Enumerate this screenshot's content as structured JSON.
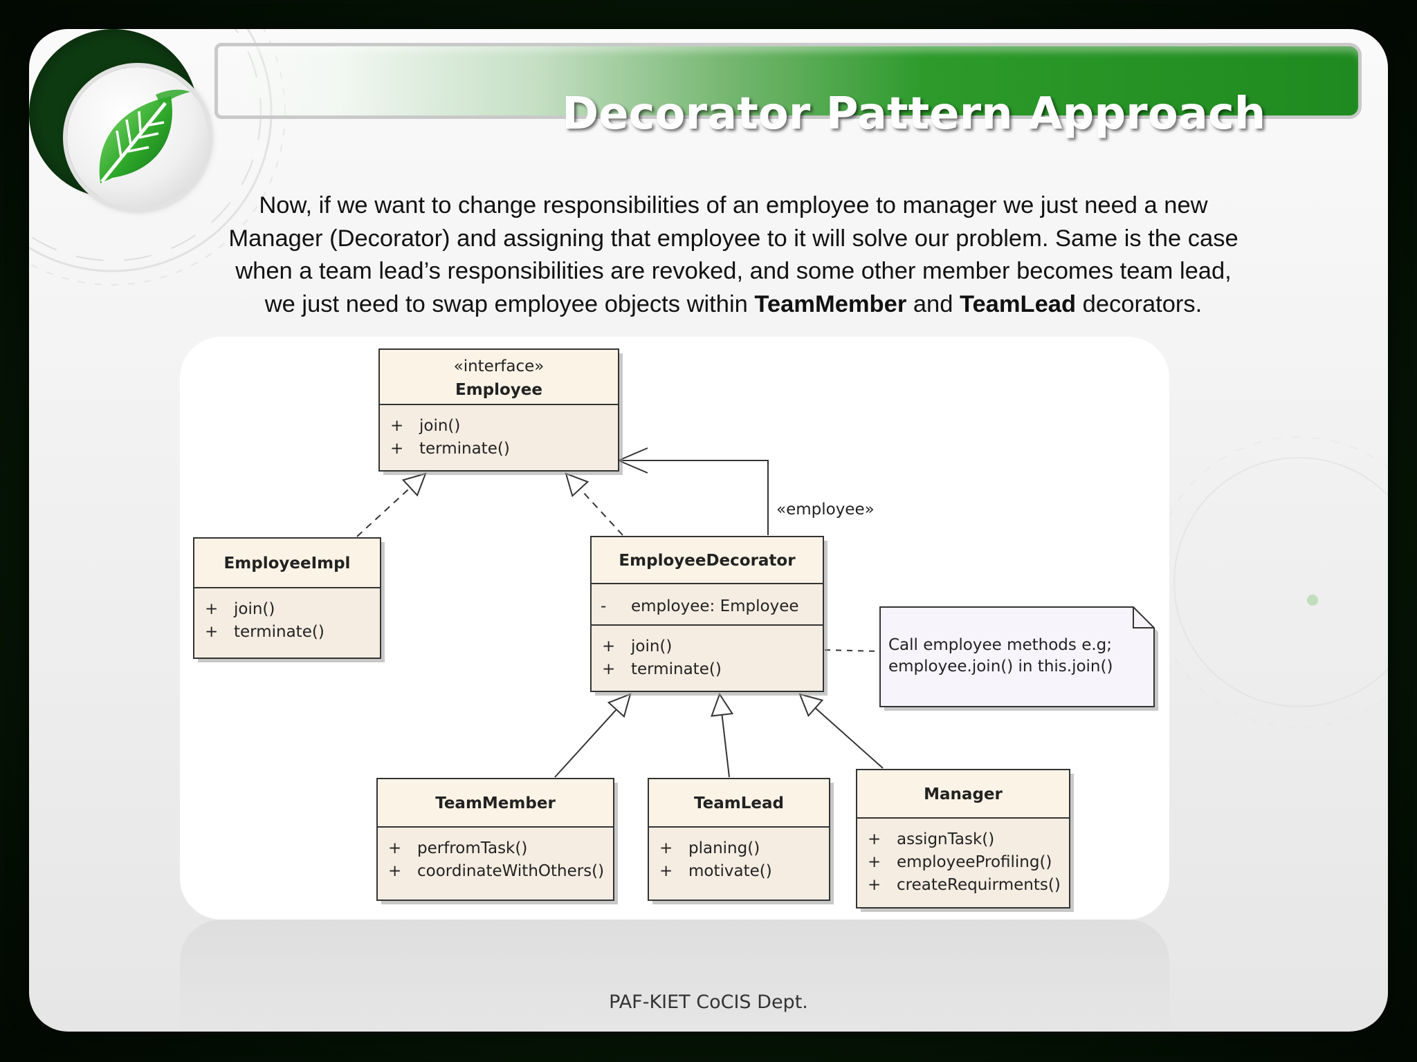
{
  "slide": {
    "title": "Decorator Pattern Approach",
    "body_lines": [
      [
        {
          "t": "Now, if we want to change responsibilities of an employee to manager we just need a new"
        }
      ],
      [
        {
          "t": "Manager (Decorator) and assigning that employee to it will solve our problem. Same is the case"
        }
      ],
      [
        {
          "t": "when a team lead’s responsibilities are revoked, and some other member becomes team lead,"
        }
      ],
      [
        {
          "t": "we just need to swap employee objects within "
        },
        {
          "t": "TeamMember",
          "b": true
        },
        {
          "t": " and "
        },
        {
          "t": "TeamLead",
          "b": true
        },
        {
          "t": " decorators."
        }
      ]
    ],
    "footer": "PAF-KIET CoCIS Dept.",
    "logo_icon": "leaf-icon",
    "colors": {
      "title_green": "#1f8a1f",
      "uml_fill": "#f5ede2",
      "uml_header": "#fbf3e6",
      "note_fill": "#f7f4fb",
      "attr_red": "#a52020"
    }
  },
  "diagram": {
    "classes": [
      {
        "id": "employee",
        "stereotype": "«interface»",
        "name": "Employee",
        "attributes": [],
        "methods": [
          {
            "vis": "+",
            "name": "join()"
          },
          {
            "vis": "+",
            "name": "terminate()"
          }
        ]
      },
      {
        "id": "employee-impl",
        "stereotype": "",
        "name": "EmployeeImpl",
        "attributes": [],
        "methods": [
          {
            "vis": "+",
            "name": "join()"
          },
          {
            "vis": "+",
            "name": "terminate()"
          }
        ]
      },
      {
        "id": "employee-decorator",
        "stereotype": "",
        "name": "EmployeeDecorator",
        "attributes": [
          {
            "vis": "-",
            "name": "employee:  Employee"
          }
        ],
        "methods": [
          {
            "vis": "+",
            "name": "join()"
          },
          {
            "vis": "+",
            "name": "terminate()"
          }
        ]
      },
      {
        "id": "team-member",
        "stereotype": "",
        "name": "TeamMember",
        "attributes": [],
        "methods": [
          {
            "vis": "+",
            "name": "perfromTask()"
          },
          {
            "vis": "+",
            "name": "coordinateWithOthers()"
          }
        ]
      },
      {
        "id": "team-lead",
        "stereotype": "",
        "name": "TeamLead",
        "attributes": [],
        "methods": [
          {
            "vis": "+",
            "name": "planing()"
          },
          {
            "vis": "+",
            "name": "motivate()"
          }
        ]
      },
      {
        "id": "manager",
        "stereotype": "",
        "name": "Manager",
        "attributes": [],
        "methods": [
          {
            "vis": "+",
            "name": "assignTask()"
          },
          {
            "vis": "+",
            "name": "employeeProfiling()"
          },
          {
            "vis": "+",
            "name": "createRequirments()"
          }
        ]
      }
    ],
    "note": [
      "Call employee methods e.g;",
      "employee.join() in this.join()"
    ],
    "association_label": "«employee»",
    "relations": [
      {
        "from": "employee-impl",
        "to": "employee",
        "type": "realization"
      },
      {
        "from": "employee-decorator",
        "to": "employee",
        "type": "realization"
      },
      {
        "from": "employee-decorator",
        "to": "employee",
        "type": "association",
        "label": "«employee»"
      },
      {
        "from": "team-member",
        "to": "employee-decorator",
        "type": "generalization"
      },
      {
        "from": "team-lead",
        "to": "employee-decorator",
        "type": "generalization"
      },
      {
        "from": "manager",
        "to": "employee-decorator",
        "type": "generalization"
      },
      {
        "from": "note",
        "to": "employee-decorator",
        "type": "note-link"
      }
    ]
  }
}
